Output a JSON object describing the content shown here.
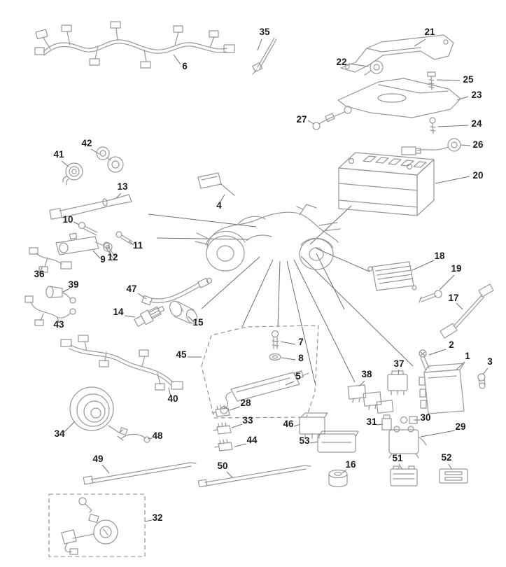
{
  "colors": {
    "line_art": "#979797",
    "label_text": "#1c1c1c",
    "background": "#ffffff"
  },
  "labels": {
    "p1": "1",
    "p2": "2",
    "p3": "3",
    "p4": "4",
    "p5": "5",
    "p6": "6",
    "p7": "7",
    "p8": "8",
    "p9": "9",
    "p10": "10",
    "p11": "11",
    "p12": "12",
    "p13": "13",
    "p14": "14",
    "p15": "15",
    "p16": "16",
    "p17": "17",
    "p18": "18",
    "p19": "19",
    "p20": "20",
    "p21": "21",
    "p22": "22",
    "p23": "23",
    "p24": "24",
    "p25": "25",
    "p26": "26",
    "p27": "27",
    "p28": "28",
    "p29": "29",
    "p30": "30",
    "p31": "31",
    "p32": "32",
    "p33": "33",
    "p34": "34",
    "p35": "35",
    "p36": "36",
    "p37": "37",
    "p38": "38",
    "p39": "39",
    "p40": "40",
    "p41": "41",
    "p42": "42",
    "p43": "43",
    "p44": "44",
    "p45": "45",
    "p46": "46",
    "p47": "47",
    "p48": "48",
    "p49": "49",
    "p50": "50",
    "p51": "51",
    "p52": "52",
    "p53": "53"
  }
}
